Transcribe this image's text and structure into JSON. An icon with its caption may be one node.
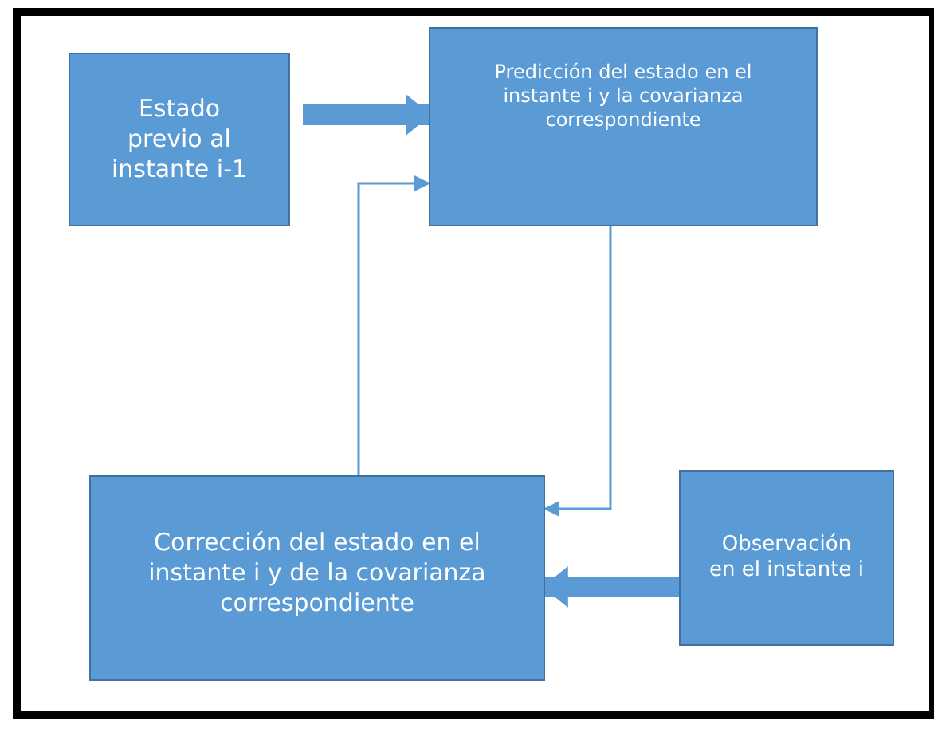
{
  "diagram": {
    "nodes": [
      {
        "text": [
          "Estado previo al instante i-1"
        ]
      },
      {
        "text": [
          "Predicción del estado en el instante i y la covarianza correspondiente"
        ]
      },
      {
        "text": [
          "Corrección del estado en el instante i y de la covarianza correspondiente"
        ]
      },
      {
        "text": [
          "Observación en el instante i"
        ]
      }
    ],
    "edges": [
      {
        "from": 0,
        "to": 1,
        "arrow": "to",
        "style": "thick"
      },
      {
        "from": 1,
        "to": 2,
        "arrow": "to"
      },
      {
        "from": 2,
        "to": 1,
        "arrow": "to"
      },
      {
        "from": 3,
        "to": 2,
        "arrow": "to",
        "style": "thick"
      }
    ]
  }
}
